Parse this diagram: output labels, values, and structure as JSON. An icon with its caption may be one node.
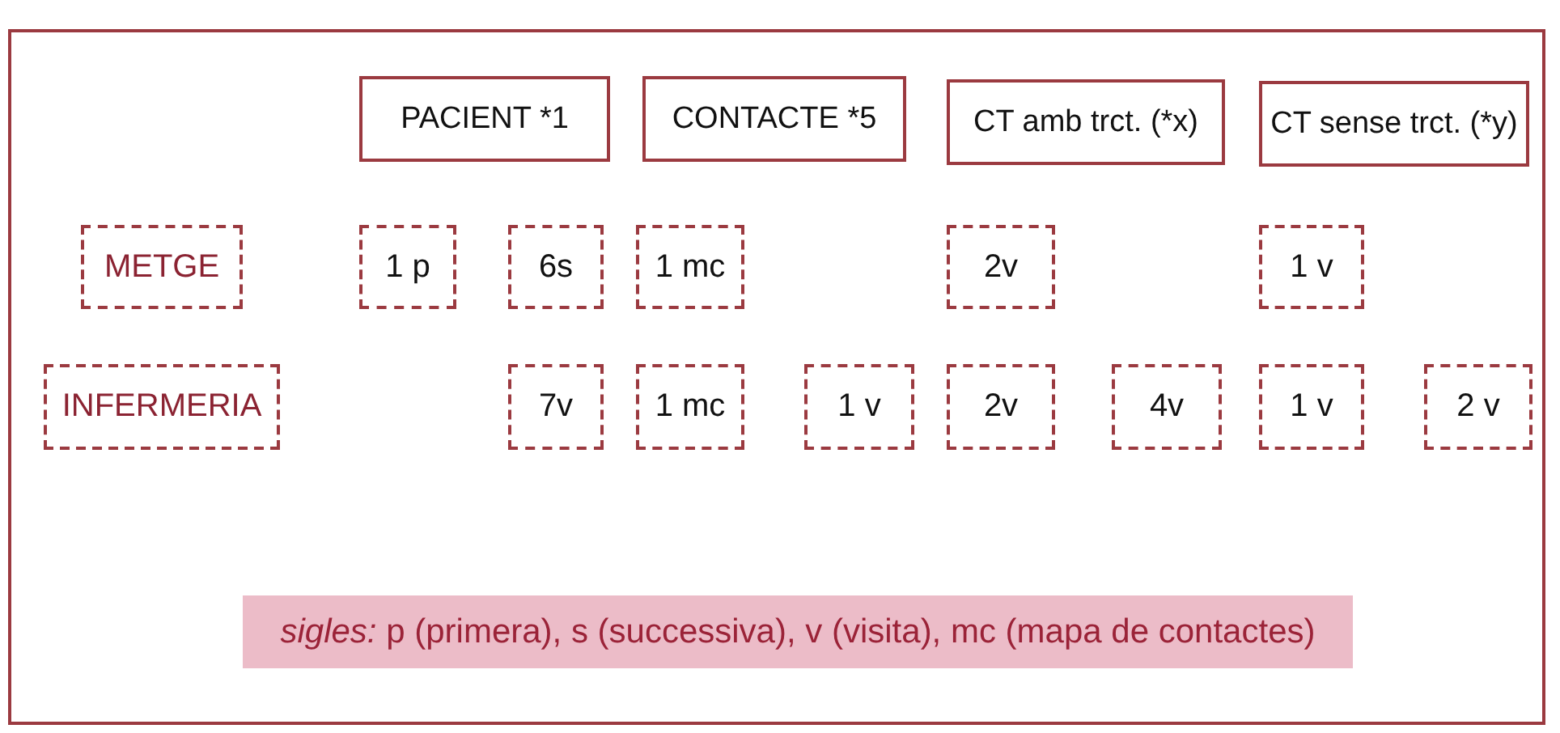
{
  "diagram": {
    "nodes": [
      {
        "text": [
          "PACIENT *1"
        ]
      },
      {
        "text": [
          "CONTACTE *5"
        ]
      },
      {
        "text": [
          "CT amb trct. (*x)"
        ]
      },
      {
        "text": [
          "CT sense trct. (*y)"
        ]
      },
      {
        "text": [
          "METGE"
        ]
      },
      {
        "text": [
          "1 p"
        ]
      },
      {
        "text": [
          "6s"
        ]
      },
      {
        "text": [
          "1 mc"
        ]
      },
      {
        "text": [
          "2v"
        ]
      },
      {
        "text": [
          "1 v"
        ]
      },
      {
        "text": [
          "INFERMERIA"
        ]
      },
      {
        "text": [
          "7v"
        ]
      },
      {
        "text": [
          "1 mc"
        ]
      },
      {
        "text": [
          "1 v"
        ]
      },
      {
        "text": [
          "2v"
        ]
      },
      {
        "text": [
          "4v"
        ]
      },
      {
        "text": [
          "1 v"
        ]
      },
      {
        "text": [
          "2 v"
        ]
      }
    ],
    "labels": [
      "*sigles:* p (primera), s (successiva), v (visita), mc (mapa de contactes)"
    ]
  }
}
